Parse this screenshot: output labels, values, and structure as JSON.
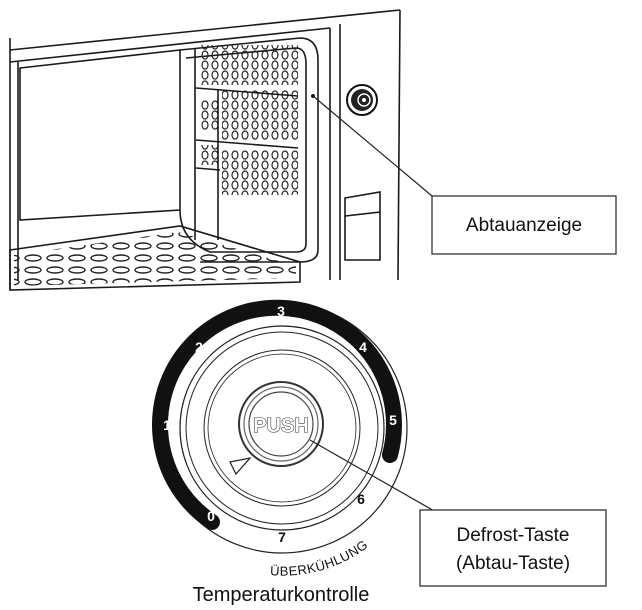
{
  "labels": {
    "defrost_indicator": "Abtauanzeige",
    "defrost_button_line1": "Defrost-Taste",
    "defrost_button_line2": "(Abtau-Taste)",
    "push": "PUSH",
    "supercooling": "ÜBERKÜHLUNG",
    "title": "Temperaturkontrolle"
  },
  "dial": {
    "numbers": [
      "0",
      "1",
      "2",
      "3",
      "4",
      "5",
      "6",
      "7"
    ]
  }
}
